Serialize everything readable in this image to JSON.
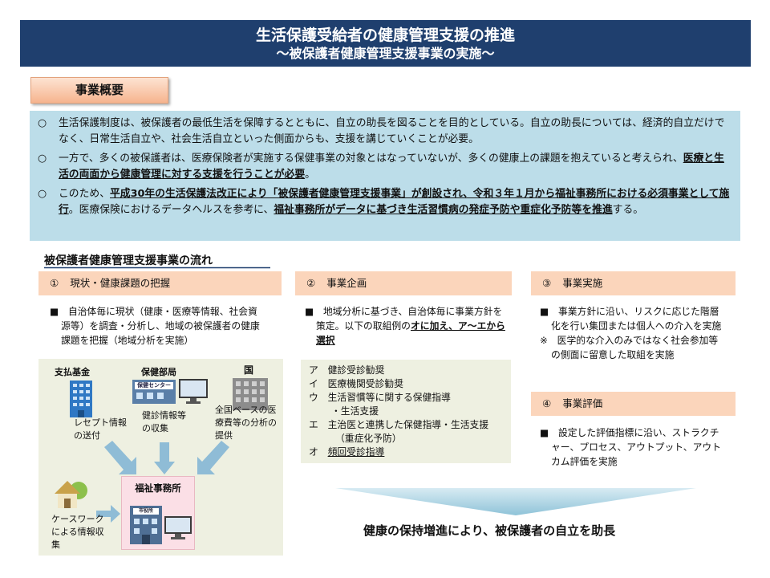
{
  "title": {
    "main": "生活保護受給者の健康管理支援の推進",
    "sub": "～被保護者健康管理支援事業の実施～"
  },
  "overview": {
    "tab_label": "事業概要",
    "bullet_mark": "○",
    "p1": "生活保護制度は、被保護者の最低生活を保障するとともに、自立の助長を図ることを目的としている。自立の助長については、経済的自立だけでなく、日常生活自立や、社会生活自立といった側面からも、支援を講じていくことが必要。",
    "p2_a": "一方で、多くの被保護者は、医療保険者が実施する保健事業の対象とはなっていないが、多くの健康上の課題を抱えていると考えられ、",
    "p2_b": "医療と生活の両面から健康管理に対する支援を行うことが必要",
    "p2_c": "。",
    "p3_a": "このため、",
    "p3_b": "平成30年の生活保護法改正により「被保護者健康管理支援事業」が創設され、令和３年１月から福祉事務所における必須事業として施行",
    "p3_c": "。医療保険におけるデータヘルスを参考に、",
    "p3_d": "福祉事務所がデータに基づき生活習慣病の発症予防や重症化予防等を推進",
    "p3_e": "する。"
  },
  "flow": {
    "title": "被保護者健康管理支援事業の流れ",
    "steps": [
      {
        "num": "①",
        "label": "現状・健康課題の把握"
      },
      {
        "num": "②",
        "label": "事業企画"
      },
      {
        "num": "③",
        "label": "事業実施"
      },
      {
        "num": "④",
        "label": "事業評価"
      }
    ],
    "step1_text": "■　自治体毎に現状（健康・医療等情報、社会資源等）を調査・分析し、地域の被保護者の健康課題を把握（地域分析を実施）",
    "step2_text_a": "■　地域分析に基づき、自治体毎に事業方針を策定。以下の取組例の",
    "step2_text_b": "オに加え、ア～エから選択",
    "step3_text_1": "■　事業方針に沿い、リスクに応じた階層化を行い集団または個人への介入を実施",
    "step3_text_2": "※　医学的な介入のみではなく社会参加等の側面に留意した取組を実施",
    "step4_text": "■　設定した評価指標に沿い、ストラクチャー、プロセス、アウトプット、アウトカム評価を実施",
    "measures": [
      "ア　健診受診勧奨",
      "イ　医療機関受診勧奨",
      "ウ　生活習慣等に関する保健指導",
      "・生活支援",
      "エ　主治医と連携した保健指導・生活支援",
      "（重症化予防）",
      "オ　"
    ],
    "measure_o_underlined": "頻回受診指導"
  },
  "diagram": {
    "payer": "支払基金",
    "health_dept": "保健部局",
    "center_sign": "保健センター",
    "country": "国",
    "receipt": "レセプト情報の送付",
    "checkup": "健診情報等の収集",
    "national": "全国ベースの医療費等の分析の提供",
    "casework": "ケースワークによる情報収集",
    "office": "福祉事務所",
    "office_sign": "市役所"
  },
  "conclusion": "健康の保持増進により、被保護者の自立を助長",
  "colors": {
    "title_bg": "#1f3f6e",
    "overview_bg": "#bcdde9",
    "step_head_bg": "#fbd5bb",
    "panel_bg": "#eef0e1",
    "arrow": "#9fcad9"
  }
}
